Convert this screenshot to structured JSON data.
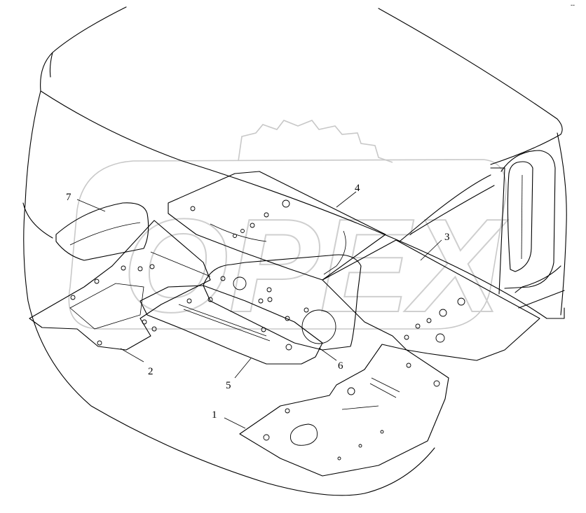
{
  "corner_mark": "--",
  "watermark_text": "OPEX",
  "callouts": [
    {
      "id": "1",
      "label": "1"
    },
    {
      "id": "2",
      "label": "2"
    },
    {
      "id": "3",
      "label": "3"
    },
    {
      "id": "4",
      "label": "4"
    },
    {
      "id": "5",
      "label": "5"
    },
    {
      "id": "6",
      "label": "6"
    },
    {
      "id": "7",
      "label": "7"
    }
  ]
}
